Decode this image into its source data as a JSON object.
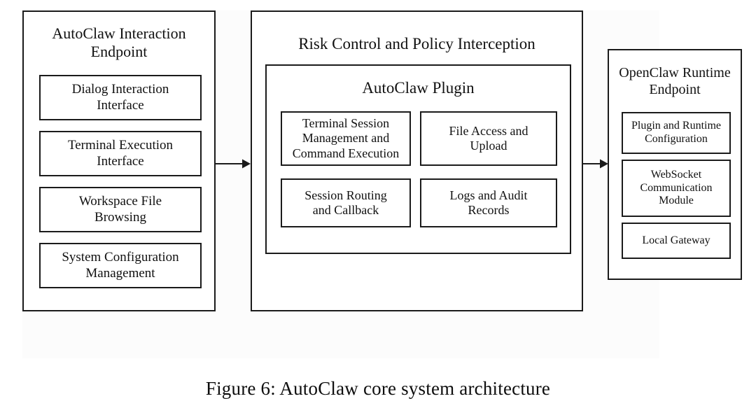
{
  "figure": {
    "caption": "Figure 6: AutoClaw core system architecture",
    "background_color": "#ffffff",
    "line_color": "#1b1b1b",
    "text_color": "#111111"
  },
  "panels": {
    "left": {
      "title": "AutoClaw Interaction\nEndpoint",
      "items": [
        {
          "label": "Dialog Interaction\nInterface"
        },
        {
          "label": "Terminal Execution\nInterface"
        },
        {
          "label": "Workspace File\nBrowsing"
        },
        {
          "label": "System Configuration\nManagement"
        }
      ]
    },
    "center": {
      "title": "Risk Control and Policy Interception",
      "group": {
        "title": "AutoClaw Plugin",
        "items": [
          {
            "label": "Terminal Session\nManagement and\nCommand Execution"
          },
          {
            "label": "File Access and\nUpload"
          },
          {
            "label": "Session Routing\nand Callback"
          },
          {
            "label": "Logs and Audit\nRecords"
          }
        ]
      }
    },
    "right": {
      "title": "OpenClaw Runtime\nEndpoint",
      "items": [
        {
          "label": "Plugin and Runtime\nConfiguration"
        },
        {
          "label": "WebSocket\nCommunication\nModule"
        },
        {
          "label": "Local Gateway"
        }
      ]
    }
  },
  "connectors": [
    {
      "name": "left-to-center",
      "direction": "right"
    },
    {
      "name": "center-to-right",
      "direction": "right"
    }
  ]
}
